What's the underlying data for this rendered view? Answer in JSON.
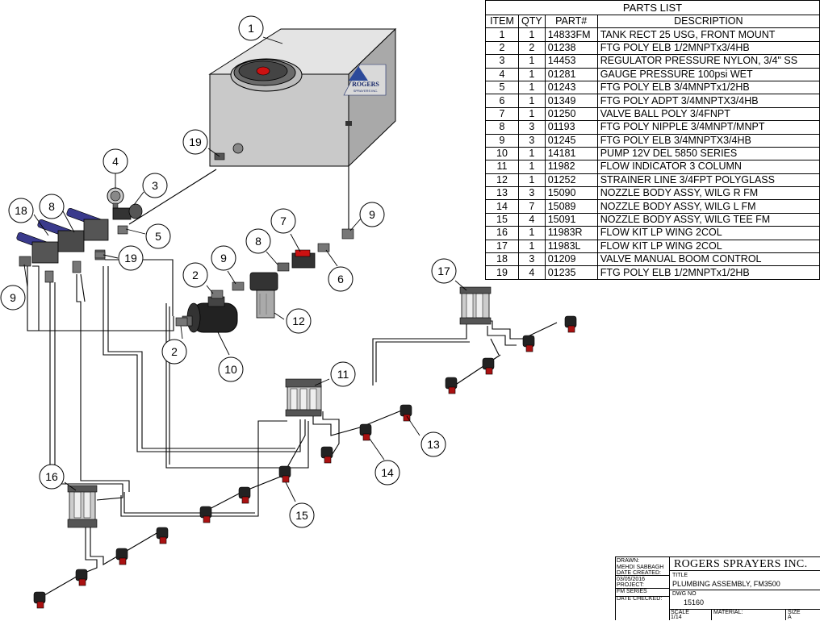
{
  "parts_list": {
    "title": "PARTS LIST",
    "headers": [
      "ITEM",
      "QTY",
      "PART#",
      "DESCRIPTION"
    ],
    "rows": [
      [
        "1",
        "1",
        "14833FM",
        "TANK RECT 25 USG, FRONT MOUNT"
      ],
      [
        "2",
        "2",
        "01238",
        "FTG POLY ELB 1/2MNPTx3/4HB"
      ],
      [
        "3",
        "1",
        "14453",
        "REGULATOR PRESSURE NYLON, 3/4\" SS"
      ],
      [
        "4",
        "1",
        "01281",
        "GAUGE PRESSURE 100psi WET"
      ],
      [
        "5",
        "1",
        "01243",
        "FTG POLY ELB 3/4MNPTx1/2HB"
      ],
      [
        "6",
        "1",
        "01349",
        "FTG POLY ADPT 3/4MNPTX3/4HB"
      ],
      [
        "7",
        "1",
        "01250",
        "VALVE BALL POLY 3/4FNPT"
      ],
      [
        "8",
        "3",
        "01193",
        "FTG POLY NIPPLE 3/4MNPT/MNPT"
      ],
      [
        "9",
        "3",
        "01245",
        "FTG POLY ELB 3/4MNPTX3/4HB"
      ],
      [
        "10",
        "1",
        "14181",
        "PUMP 12V DEL 5850 SERIES"
      ],
      [
        "11",
        "1",
        "11982",
        "FLOW INDICATOR 3 COLUMN"
      ],
      [
        "12",
        "1",
        "01252",
        "STRAINER LINE 3/4FPT POLYGLASS"
      ],
      [
        "13",
        "3",
        "15090",
        "NOZZLE BODY ASSY, WILG R FM"
      ],
      [
        "14",
        "7",
        "15089",
        "NOZZLE BODY ASSY, WILG L FM"
      ],
      [
        "15",
        "4",
        "15091",
        "NOZZLE BODY ASSY, WILG TEE FM"
      ],
      [
        "16",
        "1",
        "11983R",
        "FLOW KIT LP WING 2COL"
      ],
      [
        "17",
        "1",
        "11983L",
        "FLOW KIT LP WING 2COL"
      ],
      [
        "18",
        "3",
        "01209",
        "VALVE MANUAL BOOM CONTROL"
      ],
      [
        "19",
        "4",
        "01235",
        "FTG POLY ELB 1/2MNPTx1/2HB"
      ]
    ]
  },
  "callouts": [
    "1",
    "19",
    "4",
    "3",
    "18",
    "8",
    "5",
    "19",
    "9",
    "7",
    "9",
    "8",
    "6",
    "2",
    "9",
    "12",
    "2",
    "10",
    "17",
    "11",
    "13",
    "14",
    "16",
    "15"
  ],
  "tank_logo": {
    "line1": "ROGERS",
    "line2": "SPRAYERS INC."
  },
  "title_block": {
    "drawn_label": "DRAWN:",
    "drawn_value": "MEHDI SABBAGH",
    "date_created_label": "DATE CREATED:",
    "date_created_value": "03/05/2016",
    "project_label": "PROJECT:",
    "project_value": "FM SERIES",
    "date_checked_label": "DATE CHECKED:",
    "company": "ROGERS SPRAYERS INC.",
    "title_label": "TITLE",
    "title_value": "PLUMBING ASSEMBLY, FM3500",
    "dwg_label": "DWG NO",
    "dwg_value": "15160",
    "scale_label": "SCALE",
    "scale_value": "1/14",
    "material_label": "MATERIAL:",
    "size_label": "SIZE",
    "size_value": "A"
  },
  "colors": {
    "line": "#000000",
    "tank": "#c8c8c8",
    "valve_handle": "#3a3a8c",
    "ball_valve": "#cc1111"
  }
}
